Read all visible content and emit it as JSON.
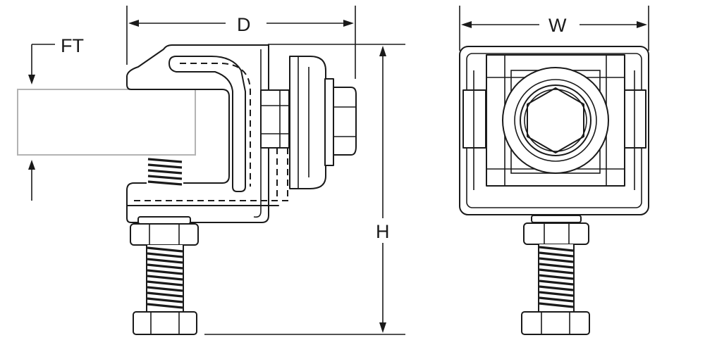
{
  "labels": {
    "depth": "D",
    "width": "W",
    "height": "H",
    "flange_thickness": "FT"
  },
  "colors": {
    "line": "#1a1a1a",
    "flange_outline": "#b3b3b3",
    "background": "#ffffff"
  }
}
